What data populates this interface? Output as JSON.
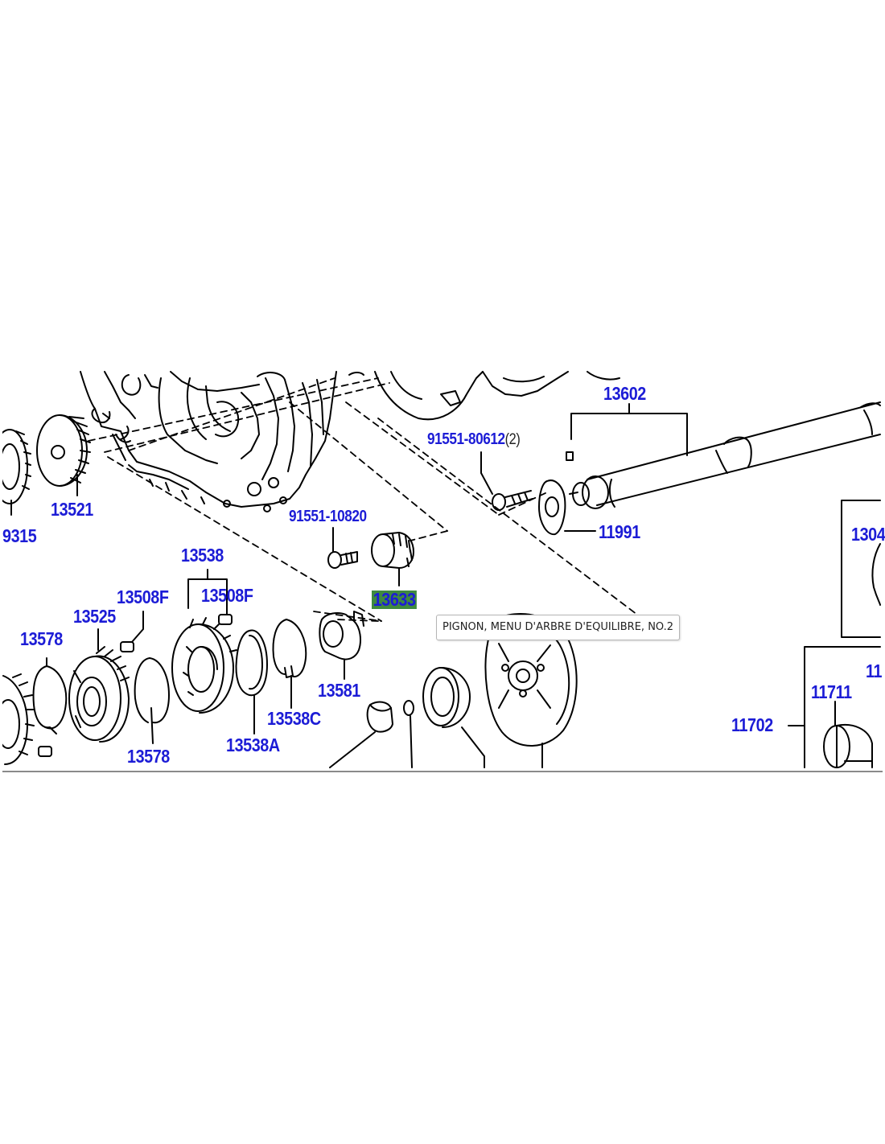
{
  "diagram": {
    "labels": [
      {
        "id": "13521",
        "text": "13521"
      },
      {
        "id": "9315",
        "text": "9315"
      },
      {
        "id": "13602",
        "text": "13602"
      },
      {
        "id": "91551-80612",
        "text": "91551-80612",
        "qty": "(2)"
      },
      {
        "id": "11991",
        "text": "11991"
      },
      {
        "id": "91551-10820",
        "text": "91551-10820"
      },
      {
        "id": "13633",
        "text": "13633"
      },
      {
        "id": "13538",
        "text": "13538"
      },
      {
        "id": "13508F-a",
        "text": "13508F"
      },
      {
        "id": "13508F-b",
        "text": "13508F"
      },
      {
        "id": "13525",
        "text": "13525"
      },
      {
        "id": "13578-a",
        "text": "13578"
      },
      {
        "id": "13578-b",
        "text": "13578"
      },
      {
        "id": "13581",
        "text": "13581"
      },
      {
        "id": "13538C",
        "text": "13538C"
      },
      {
        "id": "13538A",
        "text": "13538A"
      },
      {
        "id": "1304",
        "text": "1304"
      },
      {
        "id": "11",
        "text": "11"
      },
      {
        "id": "11711",
        "text": "11711"
      },
      {
        "id": "11702",
        "text": "11702"
      }
    ],
    "highlighted": "13633",
    "tooltip": "PIGNON, MENU D'ARBRE D'EQUILIBRE, NO.2"
  },
  "colors": {
    "label": "#1c1cd6",
    "highlight": "#3f8a3f",
    "line": "#000000",
    "frame": "#8a8a8a"
  }
}
